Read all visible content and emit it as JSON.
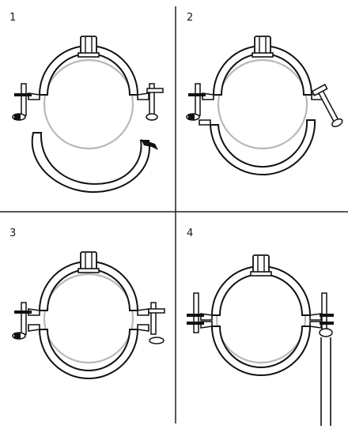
{
  "panels": [
    {
      "label": "1",
      "state": "lower half hinged open"
    },
    {
      "label": "2",
      "state": "lower half swung up, latch bolt angled"
    },
    {
      "label": "3",
      "state": "clamp closed around pipe"
    },
    {
      "label": "4",
      "state": "bolts tightened, fixed to threaded rod"
    }
  ],
  "colors": {
    "ink": "#111111",
    "pipe": "#b9b9b9",
    "background": "#ffffff",
    "divider": "#222222"
  }
}
